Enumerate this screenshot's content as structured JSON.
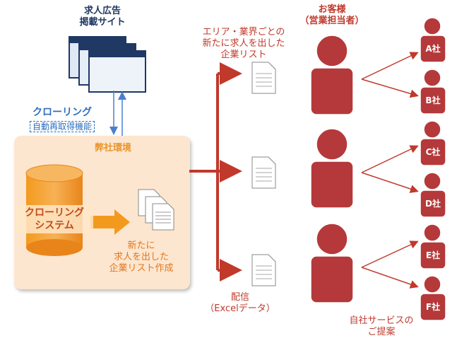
{
  "job_site": {
    "line1": "求人広告",
    "line2": "掲載サイト"
  },
  "crawling": {
    "title": "クローリング",
    "subtitle": "自動再取得機能"
  },
  "company_env": {
    "title": "弊社環境",
    "system_line1": "クローリング",
    "system_line2": "システム",
    "output_line1": "新たに",
    "output_line2": "求人を出した",
    "output_line3": "企業リスト作成"
  },
  "list_caption": {
    "line1": "エリア・業界ごとの",
    "line2": "新たに求人を出した",
    "line3": "企業リスト"
  },
  "delivery": {
    "line1": "配信",
    "line2": "（Excelデータ）"
  },
  "customer": {
    "line1": "お客様",
    "line2": "（営業担当者）"
  },
  "proposal": {
    "line1": "自社サービスの",
    "line2": "ご提案"
  },
  "clients": [
    "A社",
    "B社",
    "C社",
    "D社",
    "E社",
    "F社"
  ],
  "colors": {
    "navy": "#1f3864",
    "accent_blue": "#2e6fbf",
    "accent_red": "#c0392b",
    "person_red": "#b5393a",
    "orange": "#f39a1e",
    "peach": "#fde6cf"
  }
}
